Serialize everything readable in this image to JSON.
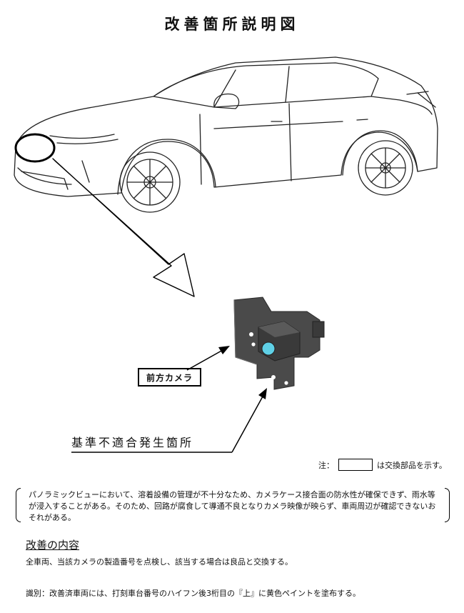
{
  "title": "改善箇所説明図",
  "labels": {
    "camera": "前方カメラ",
    "defect_location": "基準不適合発生箇所"
  },
  "note": {
    "prefix": "注：",
    "suffix": "は交換部品を示す。"
  },
  "description": "パノラミックビューにおいて、溶着設備の管理が不十分なため、カメラケース接合面の防水性が確保できず、雨水等が浸入することがある。そのため、回路が腐食して導通不良となりカメラ映像が映らず、車両周辺が確認できないおそれがある。",
  "improvement": {
    "heading": "改善の内容",
    "text": "全車両、当該カメラの製造番号を点検し、該当する場合は良品と交換する。"
  },
  "identification": "識別：改善済車両には、打刻車台番号のハイフン後3桁目の『上』に黄色ペイントを塗布する。",
  "colors": {
    "camera_body": "#4a4a4a",
    "lens": "#5fd0e6"
  }
}
